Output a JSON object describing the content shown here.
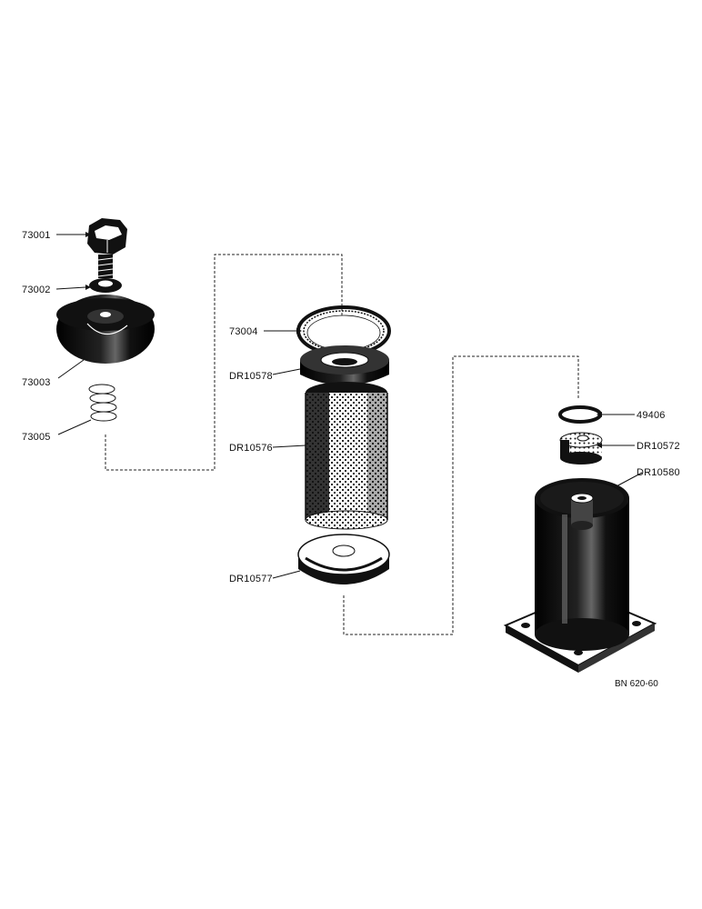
{
  "labels": {
    "p73001": "73001",
    "p73002": "73002",
    "p73003": "73003",
    "p73005": "73005",
    "p73004": "73004",
    "dr10578": "DR10578",
    "dr10576": "DR10576",
    "dr10577": "DR10577",
    "p49406": "49406",
    "dr10572": "DR10572",
    "dr10580": "DR10580"
  },
  "drawing_code": "BN 620-60",
  "colors": {
    "ink": "#111111",
    "paper": "#ffffff"
  }
}
